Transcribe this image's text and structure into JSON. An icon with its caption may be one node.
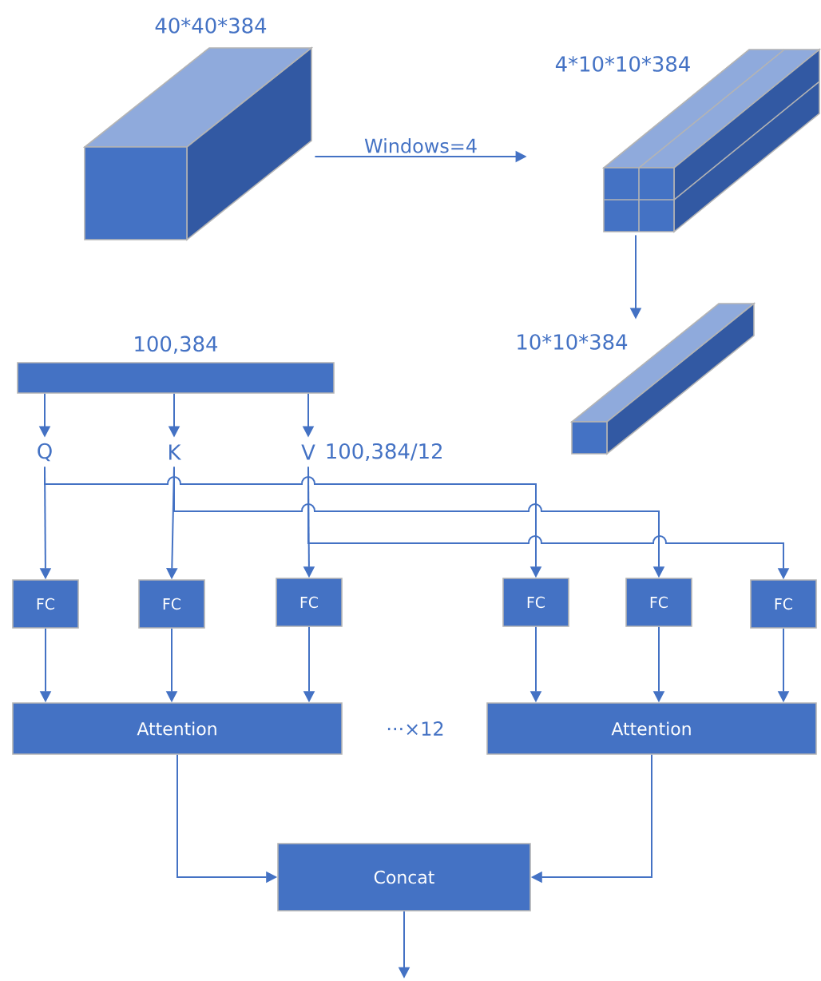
{
  "diagram": {
    "nodes": [
      {
        "text": [
          "40*40*384"
        ]
      },
      {
        "text": [
          "4*10*10*384"
        ]
      },
      {
        "text": [
          "10*10*384"
        ]
      },
      {
        "text": [
          "100,384"
        ]
      },
      {
        "text": [
          "Q"
        ]
      },
      {
        "text": [
          "K"
        ]
      },
      {
        "text": [
          "V"
        ],
        "beside": [
          "100,384/12"
        ]
      },
      {
        "text": [
          "FC"
        ]
      },
      {
        "text": [
          "FC"
        ]
      },
      {
        "text": [
          "FC"
        ]
      },
      {
        "text": [
          "FC"
        ]
      },
      {
        "text": [
          "FC"
        ]
      },
      {
        "text": [
          "FC"
        ]
      },
      {
        "text": [
          "Attention"
        ]
      },
      {
        "text": [
          "Attention"
        ]
      },
      {
        "text": [
          "Concat"
        ]
      }
    ],
    "edges": [
      {
        "from": 0,
        "to": 1,
        "arrow": "to",
        "label": "Windows=4"
      },
      {
        "from": 1,
        "to": 2,
        "arrow": "to"
      },
      {
        "from": 3,
        "to": 4,
        "arrow": "to"
      },
      {
        "from": 3,
        "to": 5,
        "arrow": "to"
      },
      {
        "from": 3,
        "to": 6,
        "arrow": "to"
      },
      {
        "from": 4,
        "to": 7,
        "arrow": "to"
      },
      {
        "from": 5,
        "to": 8,
        "arrow": "to"
      },
      {
        "from": 6,
        "to": 9,
        "arrow": "to"
      },
      {
        "from": 4,
        "to": 10,
        "arrow": "to"
      },
      {
        "from": 5,
        "to": 11,
        "arrow": "to"
      },
      {
        "from": 6,
        "to": 12,
        "arrow": "to"
      },
      {
        "from": 7,
        "to": 13,
        "arrow": "to"
      },
      {
        "from": 8,
        "to": 13,
        "arrow": "to"
      },
      {
        "from": 9,
        "to": 13,
        "arrow": "to"
      },
      {
        "from": 10,
        "to": 14,
        "arrow": "to"
      },
      {
        "from": 11,
        "to": 14,
        "arrow": "to"
      },
      {
        "from": 12,
        "to": 14,
        "arrow": "to"
      },
      {
        "from": 13,
        "to": 15,
        "arrow": "to"
      },
      {
        "from": 14,
        "to": 15,
        "arrow": "to"
      },
      {
        "from": 15,
        "to": null,
        "arrow": "to"
      }
    ],
    "labels": [
      "···×12"
    ]
  }
}
